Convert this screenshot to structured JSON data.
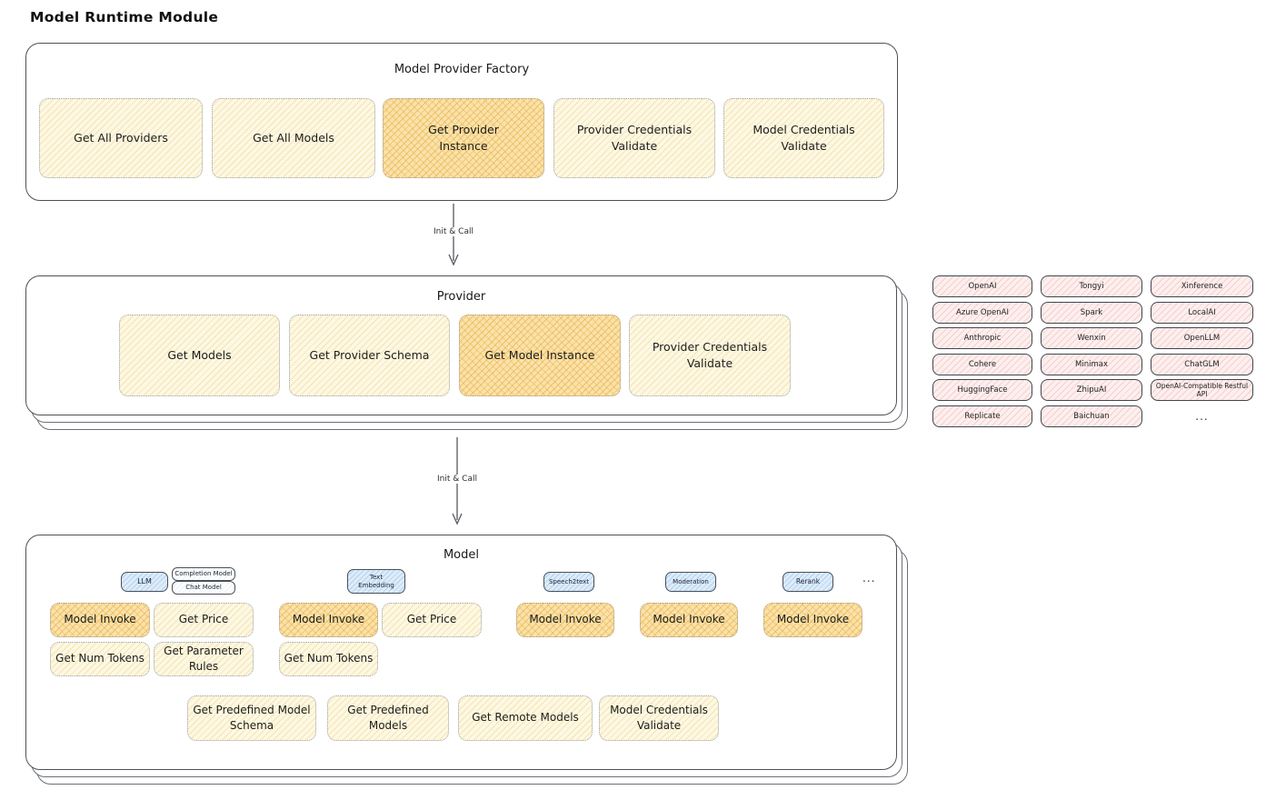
{
  "page": {
    "title": "Model Runtime Module"
  },
  "colors": {
    "node_yellow": "#fdf8e3",
    "node_orange_highlight": "#fae2a9",
    "provider_pink": "#fdefee",
    "tag_blue": "#dcecfb",
    "outline": "#4d5156"
  },
  "arrows": {
    "factory_to_provider": "Init & Call",
    "provider_to_model": "Init & Call"
  },
  "factory": {
    "title": "Model Provider Factory",
    "buttons": [
      {
        "label": "Get All Providers"
      },
      {
        "label": "Get All Models"
      },
      {
        "label": "Get Provider Instance"
      },
      {
        "label": "Provider Credentials Validate"
      },
      {
        "label": "Model Credentials Validate"
      }
    ]
  },
  "provider": {
    "title": "Provider",
    "buttons": [
      {
        "label": "Get Models"
      },
      {
        "label": "Get Provider Schema"
      },
      {
        "label": "Get Model Instance"
      },
      {
        "label": "Provider Credentials Validate"
      }
    ]
  },
  "providers_grid": {
    "col1": [
      "OpenAI",
      "Azure OpenAI",
      "Anthropic",
      "Cohere",
      "HuggingFace",
      "Replicate"
    ],
    "col2": [
      "Tongyi",
      "Spark",
      "Wenxin",
      "Minimax",
      "ZhipuAI",
      "Baichuan"
    ],
    "col3": [
      "Xinference",
      "LocalAI",
      "OpenLLM",
      "ChatGLM",
      "OpenAI-Compatible Restful API"
    ],
    "ellipsis": "..."
  },
  "model": {
    "title": "Model",
    "ellipsis": "...",
    "groups": [
      {
        "tag": "LLM",
        "subtags": [
          "Completion Model",
          "Chat Model"
        ],
        "buttons": [
          {
            "label": "Model Invoke"
          },
          {
            "label": "Get Price"
          },
          {
            "label": "Get Num Tokens"
          },
          {
            "label": "Get Parameter Rules"
          }
        ]
      },
      {
        "tag": "Text Embedding",
        "buttons": [
          {
            "label": "Model Invoke"
          },
          {
            "label": "Get Price"
          },
          {
            "label": "Get Num Tokens"
          }
        ]
      },
      {
        "tag": "Speech2text",
        "buttons": [
          {
            "label": "Model Invoke"
          }
        ]
      },
      {
        "tag": "Moderation",
        "buttons": [
          {
            "label": "Model Invoke"
          }
        ]
      },
      {
        "tag": "Rerank",
        "buttons": [
          {
            "label": "Model Invoke"
          }
        ]
      }
    ],
    "bottom_buttons": [
      {
        "label": "Get Predefined Model Schema"
      },
      {
        "label": "Get Predefined Models"
      },
      {
        "label": "Get Remote Models"
      },
      {
        "label": "Model Credentials Validate"
      }
    ]
  }
}
